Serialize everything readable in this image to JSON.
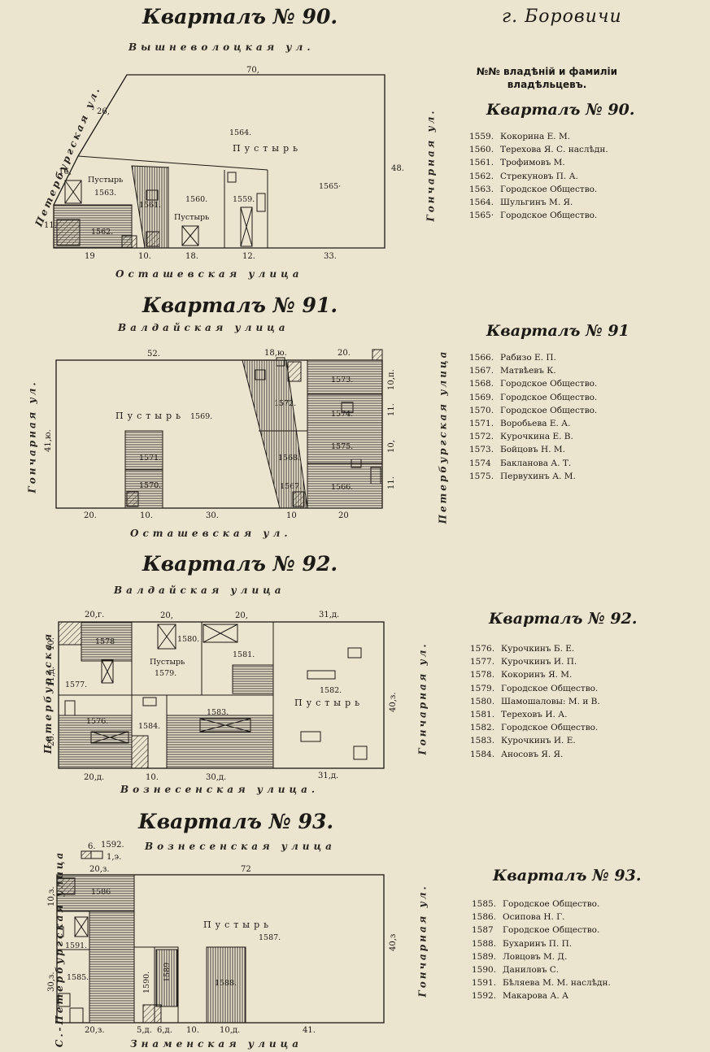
{
  "page": {
    "city": "г. Боровичи",
    "legend_heading_1": "№№ владѣній и фамиліи",
    "legend_heading_2": "владѣльцевъ."
  },
  "blocks": [
    {
      "title": "Кварталъ № 90.",
      "streets": {
        "top": "Вышневолоцкая ул.",
        "bottom": "Осташевская улица",
        "left": "Петербургская ул.",
        "right": "Гончарная ул."
      },
      "measures": {
        "top": "70,",
        "diag": "26,",
        "left_a": "16,",
        "left_b": "11.",
        "right": "48.",
        "b1": "19",
        "b2": "10.",
        "b3": "18.",
        "b4": "12.",
        "b5": "33."
      },
      "plots": [
        {
          "num": "1564.",
          "note": "Пустырь"
        },
        {
          "num": "1563.",
          "note": "Пустырь"
        },
        {
          "num": "1561."
        },
        {
          "num": "1560.",
          "note": "Пустырь"
        },
        {
          "num": "1559."
        },
        {
          "num": "1565·"
        },
        {
          "num": "1562."
        }
      ],
      "owners_title": "Кварталъ № 90.",
      "owners": [
        {
          "num": "1559.",
          "name": "Кокорина Е. М."
        },
        {
          "num": "1560.",
          "name": "Терехова Я. С. наслѣдн."
        },
        {
          "num": "1561.",
          "name": "Трофимовъ М."
        },
        {
          "num": "1562.",
          "name": "Стрекуновъ П. А."
        },
        {
          "num": "1563.",
          "name": "Городское Общество."
        },
        {
          "num": "1564.",
          "name": "Шульгинъ М. Я."
        },
        {
          "num": "1565·",
          "name": "Городское Общество."
        }
      ]
    },
    {
      "title": "Кварталъ № 91.",
      "streets": {
        "top": "Валдайская улица",
        "bottom": "Осташевская ул.",
        "left": "Гончарная ул.",
        "right": "Петербургская улица"
      },
      "measures": {
        "top_a": "52.",
        "top_b": "18,ю.",
        "top_c": "20.",
        "left": "41,ю.",
        "r1": "10,п.",
        "r2": "11.",
        "r3": "10,",
        "r4": "11.",
        "b1": "20.",
        "b2": "10.",
        "b3": "30.",
        "b4": "10",
        "b5": "20"
      },
      "plots": [
        {
          "num": "1569.",
          "note": "Пустырь"
        },
        {
          "num": "1571."
        },
        {
          "num": "1570."
        },
        {
          "num": "1572."
        },
        {
          "num": "1573."
        },
        {
          "num": "1574."
        },
        {
          "num": "1568."
        },
        {
          "num": "1575."
        },
        {
          "num": "1567."
        },
        {
          "num": "1566."
        }
      ],
      "owners_title": "Кварталъ № 91",
      "owners": [
        {
          "num": "1566.",
          "name": "Рабизо Е. П."
        },
        {
          "num": "1567.",
          "name": "Матвѣевъ К."
        },
        {
          "num": "1568.",
          "name": "Городское Общество."
        },
        {
          "num": "1569.",
          "name": "Городское Общество."
        },
        {
          "num": "1570.",
          "name": "Городское Общество."
        },
        {
          "num": "1571.",
          "name": "Воробьева Е. А."
        },
        {
          "num": "1572.",
          "name": "Курочкина Е. В."
        },
        {
          "num": "1573.",
          "name": "Бойцовъ Н. М."
        },
        {
          "num": "1574",
          "name": "Бакланова А. Т."
        },
        {
          "num": "1575.",
          "name": "Первухинъ А. М."
        }
      ]
    },
    {
      "title": "Кварталъ № 92.",
      "streets": {
        "top": "Валдайская улица",
        "bottom": "Вознесенская улица.",
        "left": "Петербургская",
        "right": "Гончарная ул."
      },
      "measures": {
        "t1": "20,г.",
        "t2": "20,",
        "t3": "20,",
        "t4": "31,д.",
        "l1": "10.",
        "l2": "11,д.",
        "l3": "20.",
        "right": "40,з.",
        "b1": "20,д.",
        "b2": "10.",
        "b3": "30,д.",
        "b4": "31,д."
      },
      "plots": [
        {
          "num": "1578"
        },
        {
          "num": "1580."
        },
        {
          "num": "1579.",
          "note": "Пустырь"
        },
        {
          "num": "1581."
        },
        {
          "num": "1577."
        },
        {
          "num": "1576."
        },
        {
          "num": "1584."
        },
        {
          "num": "1583."
        },
        {
          "num": "1582.",
          "note": "Пустырь"
        }
      ],
      "owners_title": "Кварталъ № 92.",
      "owners": [
        {
          "num": "1576.",
          "name": "Курочкинъ Б. Е."
        },
        {
          "num": "1577.",
          "name": "Курочкинъ И. П."
        },
        {
          "num": "1578.",
          "name": "Кокоринъ Я. М."
        },
        {
          "num": "1579.",
          "name": "Городское Общество."
        },
        {
          "num": "1580.",
          "name": "Шамошаловы: М. и В."
        },
        {
          "num": "1581.",
          "name": "Тереховъ И. А."
        },
        {
          "num": "1582.",
          "name": "Городское Общество."
        },
        {
          "num": "1583.",
          "name": "Курочкинъ И. Е."
        },
        {
          "num": "1584.",
          "name": "Аносовъ Я. Я."
        }
      ]
    },
    {
      "title": "Кварталъ № 93.",
      "streets": {
        "top": "Вознесенская улица",
        "bottom": "Знаменская улица",
        "left": "С.-Петербургская улица",
        "right": "Гончарная ул."
      },
      "measures": {
        "tiny_a": "6.",
        "tiny_b": "1592.",
        "tiny_c": "1,э.",
        "t1": "20,з.",
        "t2": "72",
        "l1": "10,з.",
        "l2": "30,з.",
        "right": "40,з",
        "b1": "20,з.",
        "b2": "5,д.",
        "b3": "6,д.",
        "b4": "10.",
        "b5": "10,д.",
        "b6": "41."
      },
      "plots": [
        {
          "num": "1586"
        },
        {
          "num": "1587.",
          "note": "Пустырь"
        },
        {
          "num": "1591."
        },
        {
          "num": "1585."
        },
        {
          "num": "1590."
        },
        {
          "num": "1589"
        },
        {
          "num": "1588."
        }
      ],
      "owners_title": "Кварталъ № 93.",
      "owners": [
        {
          "num": "1585.",
          "name": "Городское Общество."
        },
        {
          "num": "1586.",
          "name": "Осипова Н. Г."
        },
        {
          "num": "1587",
          "name": "Городское Общество."
        },
        {
          "num": "1588.",
          "name": "Бухаринъ П. П."
        },
        {
          "num": "1589.",
          "name": "Ловцовъ М. Д."
        },
        {
          "num": "1590.",
          "name": "Даниловъ С."
        },
        {
          "num": "1591.",
          "name": "Бѣляева М. М. наслѣдн."
        },
        {
          "num": "1592.",
          "name": "Макарова А. А"
        }
      ]
    }
  ]
}
